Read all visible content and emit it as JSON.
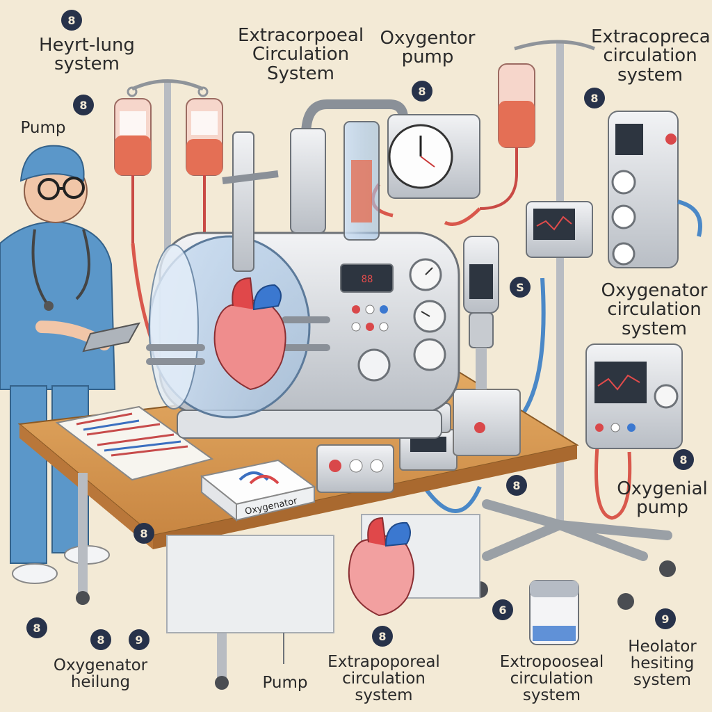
{
  "labels": {
    "heart_lung": "Heyrt-lung\nsystem",
    "pump_left": "Pump",
    "extracorporeal_top": "Extracorpoeal\nCirculation\nSystem",
    "oxygentor_pump": "Oxygentor\npump",
    "extracorporeal_right": "Extracoprecal\ncirculation\nsystem",
    "oxygenator_circulation": "Oxygenator\ncirculation\nsystem",
    "oxygen_pump": "Oxygenial\npump",
    "oxygenator_bottom": "Oxygenator\nheilung",
    "pump_bottom": "Pump",
    "extrapoporeal": "Extrapoporeal\ncirculation\nsystem",
    "extropooseal": "Extropooseal\ncirculation\nsystem",
    "heolator": "Heolator\nhesiting\nsystem",
    "box_label": "Oxygenator"
  },
  "badges": {
    "b1": "8",
    "b2": "8",
    "b3": "8",
    "b4": "8",
    "b5": "S",
    "b6": "8",
    "b7": "8",
    "b8": "8",
    "b9": "8",
    "b10": "8",
    "b11": "9",
    "b12": "8",
    "b13": "6",
    "b14": "9"
  },
  "colors": {
    "background": "#f3ead6",
    "scrubs": "#5b97c9",
    "table": "#d89a52",
    "metal": "#d7dade",
    "blood": "#d9584c",
    "heart_red": "#e0484a",
    "heart_blue": "#3b78d0",
    "badge": "#27324a"
  },
  "icons": [
    "surgeon-figure",
    "heart-icon",
    "iv-bag-icon",
    "gauge-icon",
    "monitor-icon"
  ]
}
